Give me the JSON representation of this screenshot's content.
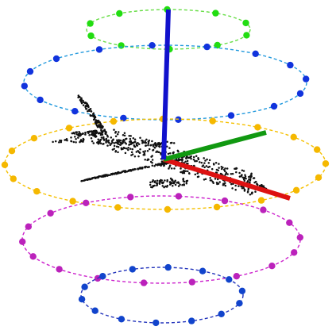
{
  "colors": {
    "background": "#ffffff",
    "ring_green": "#22dd11",
    "ring_blue_upper": "#1133dd",
    "ring_yellow": "#f5b800",
    "ring_magenta": "#bb22bb",
    "ring_blue_lower": "#1144cc",
    "dash_green": "#66dd44",
    "dash_blue_upper": "#2299dd",
    "dash_yellow": "#f5c000",
    "dash_magenta": "#cc22cc",
    "dash_blue_lower": "#2233bb",
    "axis_x": "#dd1111",
    "axis_y": "#119911",
    "axis_z": "#1111cc",
    "point_cloud": "#111111"
  },
  "rings": [
    {
      "name": "green-ring",
      "color_key": "green",
      "points": 10
    },
    {
      "name": "upper-blue-ring",
      "color_key": "blue_upper",
      "points": 16
    },
    {
      "name": "yellow-ring",
      "color_key": "yellow",
      "points": 20
    },
    {
      "name": "magenta-ring",
      "color_key": "magenta",
      "points": 18
    },
    {
      "name": "lower-blue-ring",
      "color_key": "blue_lower",
      "points": 14
    }
  ],
  "axes": [
    "x-axis",
    "y-axis",
    "z-axis"
  ],
  "object": "airplane-point-cloud"
}
